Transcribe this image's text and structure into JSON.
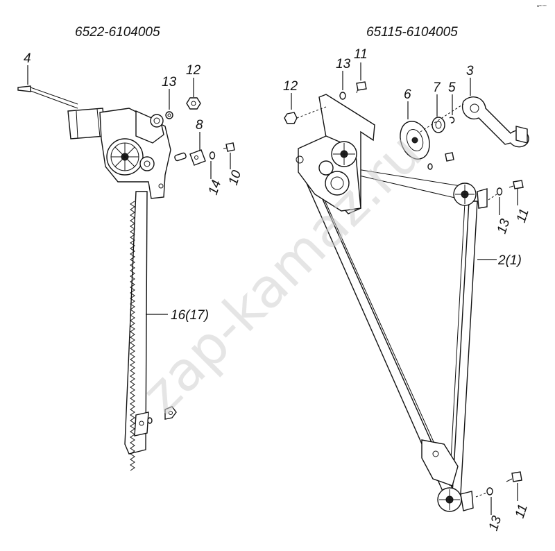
{
  "diagram": {
    "left_assembly_code": "6522-6104005",
    "right_assembly_code": "65115-6104005",
    "watermark": "zap-kamaz.ru",
    "corner_mark": "аⁿᵃ ᵒᵒᵒ",
    "callouts": {
      "left": {
        "c4": "4",
        "c13": "13",
        "c12": "12",
        "c8": "8",
        "c14": "14",
        "c10": "10",
        "c16": "16(17)"
      },
      "right": {
        "c13_top": "13",
        "c11_top": "11",
        "c12": "12",
        "c6": "6",
        "c7": "7",
        "c5": "5",
        "c3": "3",
        "c13_mid": "13",
        "c11_mid": "11",
        "c2": "2(1)",
        "c13_bot": "13",
        "c11_bot": "11"
      }
    }
  }
}
